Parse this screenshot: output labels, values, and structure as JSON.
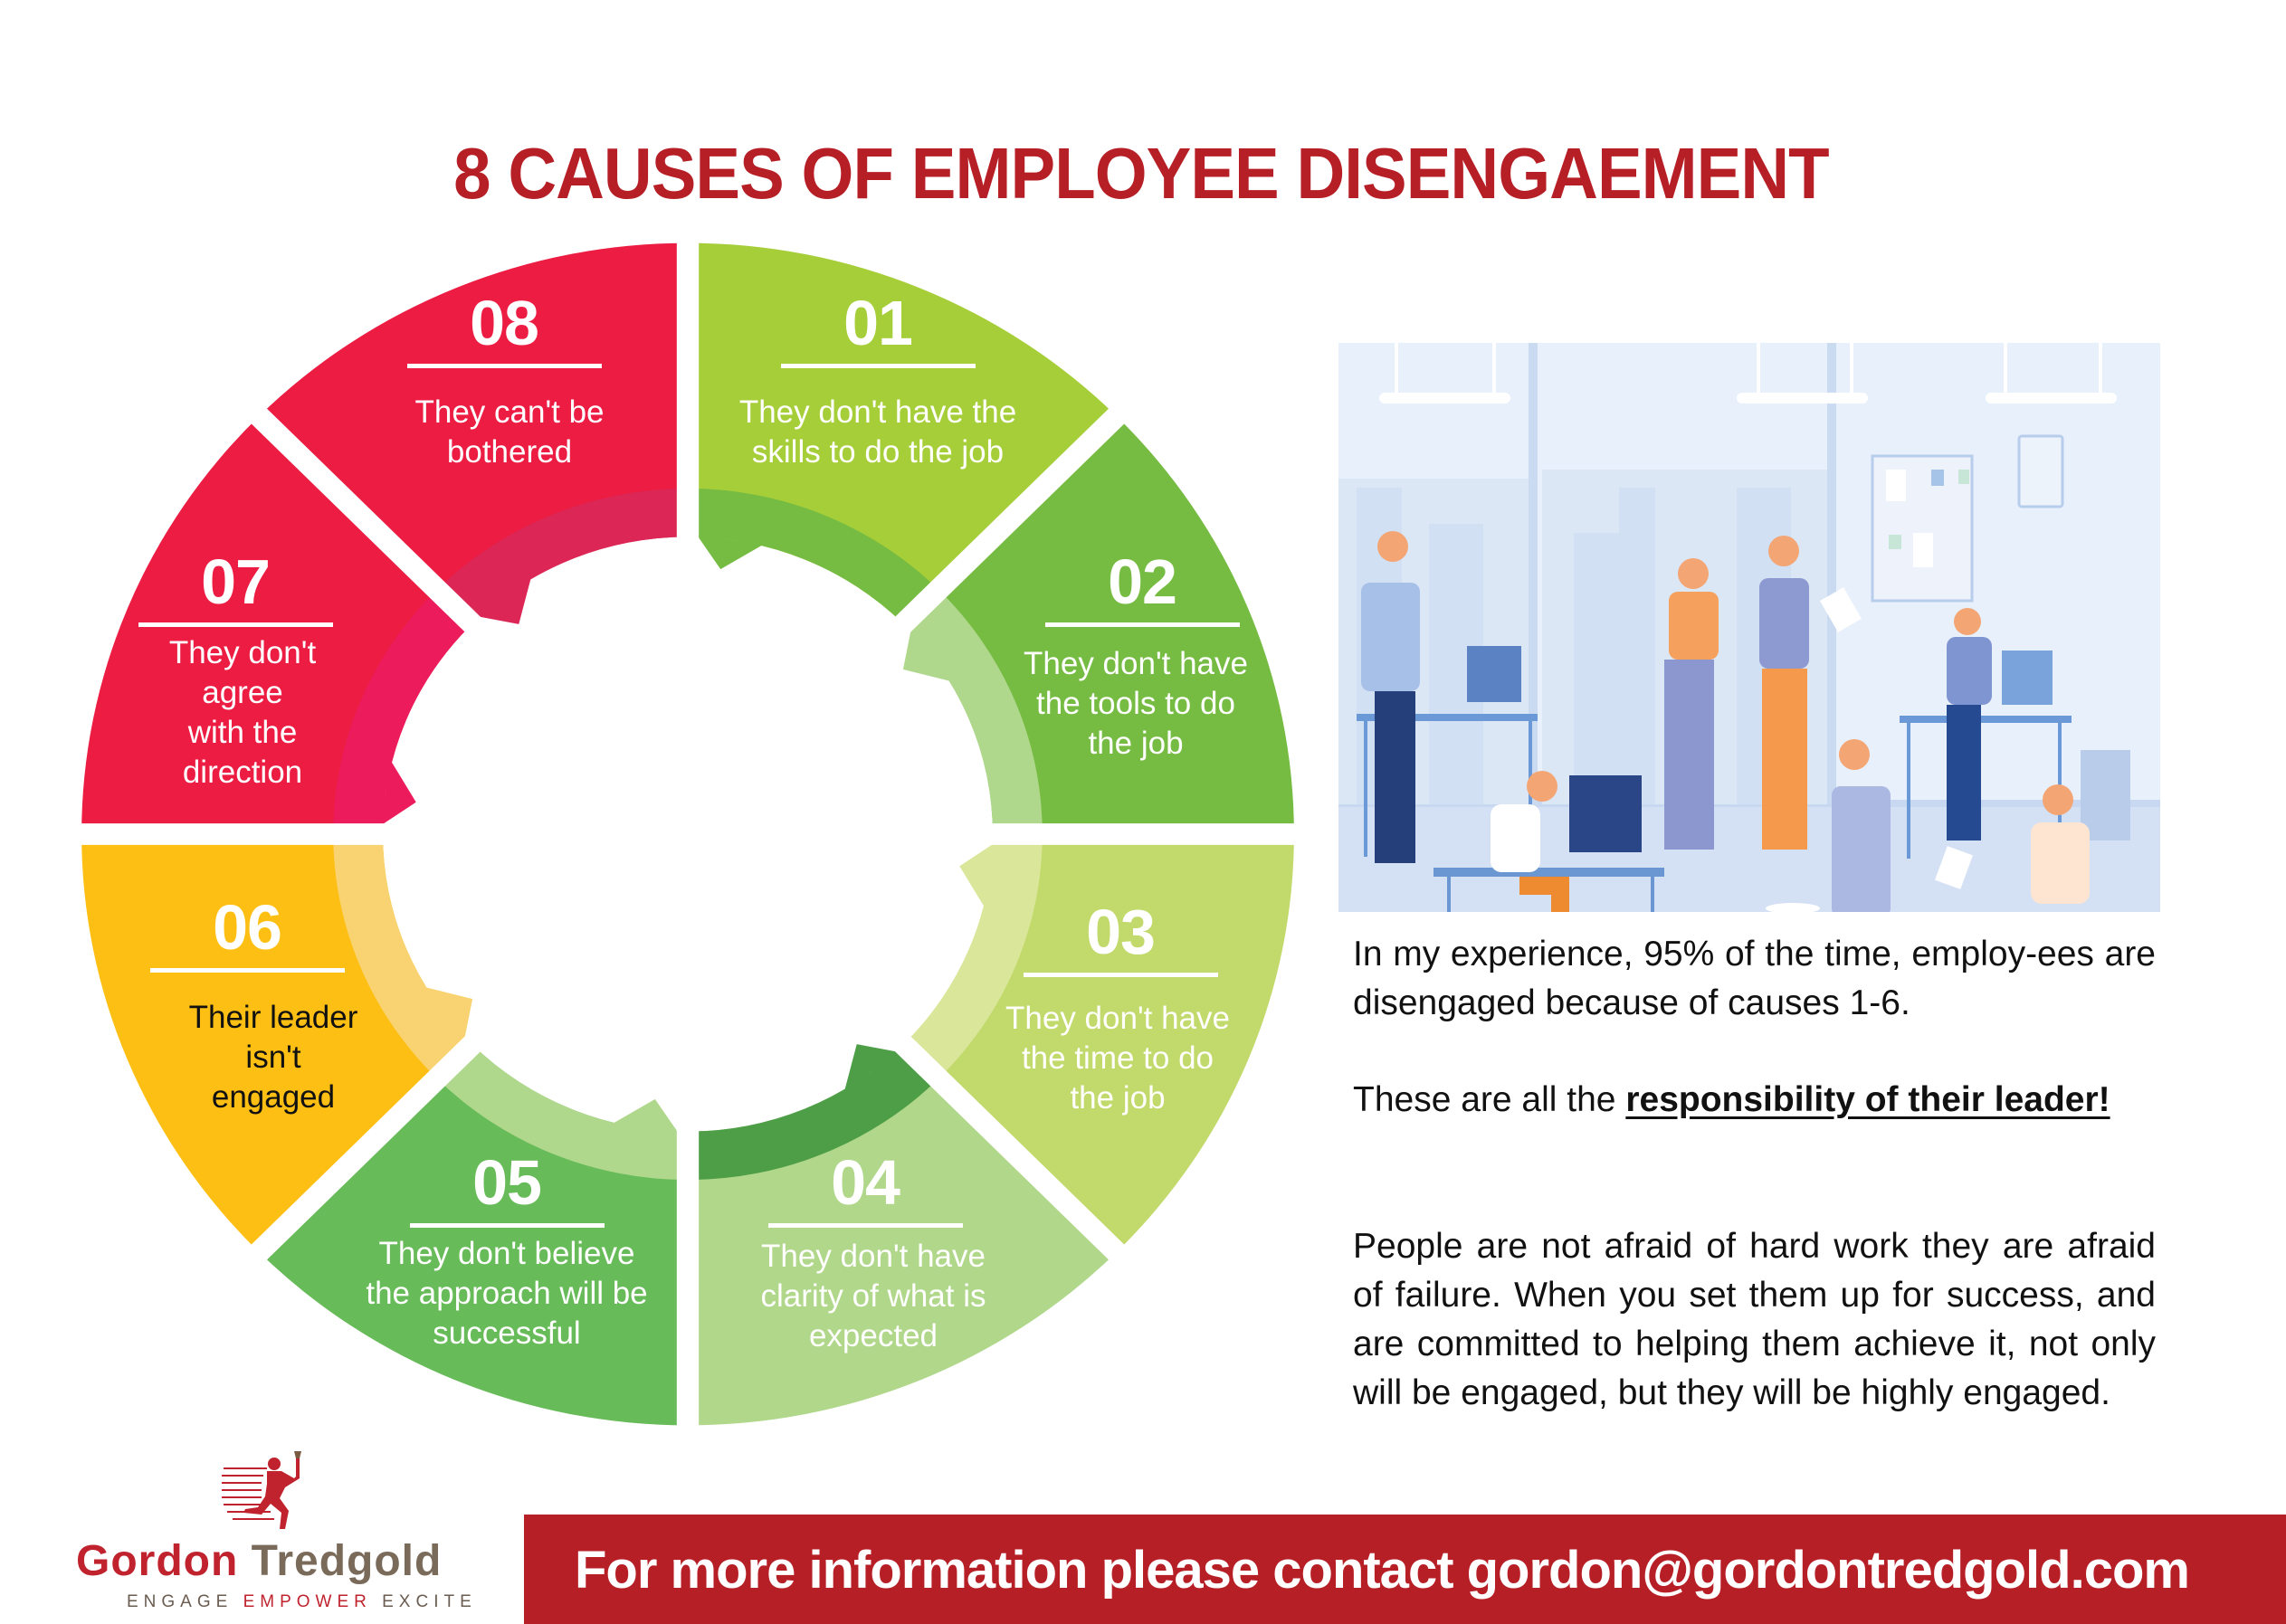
{
  "title": "8 CAUSES OF EMPLOYEE DISENGAEMENT",
  "wheel": {
    "segments": [
      {
        "number": "01",
        "lines": [
          "They don't have the",
          "skills to do the job"
        ],
        "color": "#a6ce39",
        "band_color": "#76bc43"
      },
      {
        "number": "02",
        "lines": [
          "They don't have",
          "the tools to do",
          "the job"
        ],
        "color": "#76bc43",
        "band_color": "#b0d88c"
      },
      {
        "number": "03",
        "lines": [
          "They don't have",
          "the time to do",
          "the job"
        ],
        "color": "#c2d96b",
        "band_color": "#dae79a"
      },
      {
        "number": "04",
        "lines": [
          "They don't have",
          "clarity of what is",
          "expected"
        ],
        "color": "#b0d78a",
        "band_color": "#4d9e47"
      },
      {
        "number": "05",
        "lines": [
          "They don't believe",
          "the approach will be",
          "successful"
        ],
        "color": "#68bb59",
        "band_color": "#b0d88c"
      },
      {
        "number": "06",
        "lines": [
          "Their leader",
          "isn't",
          "engaged"
        ],
        "color": "#fdbf14",
        "band_color": "#f9d371"
      },
      {
        "number": "07",
        "lines": [
          "They don't",
          "agree",
          "with the",
          "direction"
        ],
        "color": "#ec1c43",
        "band_color": "#ec1b5b"
      },
      {
        "number": "08",
        "lines": [
          "They can't be",
          "bothered"
        ],
        "color": "#ec1c43",
        "band_color": "#db2656"
      }
    ]
  },
  "illustration": {
    "description": "Flat illustration of a chaotic office with frustrated employees, desks, monitors and flying papers"
  },
  "body": {
    "paragraph1": "In my experience, 95% of the time, employ-ees are disengaged because of causes 1-6.",
    "paragraph2_prefix": "These are all the ",
    "paragraph2_emphasis": "responsibility of their leader!",
    "paragraph3": "People are not afraid of hard work they are afraid of failure. When you set them up for success, and are committed to helping them achieve it, not only will be engaged, but they will be highly engaged."
  },
  "logo": {
    "first_name": "Gordon",
    "last_name": "Tredgold",
    "tagline_1": "ENGAGE ",
    "tagline_2": "EMPOWER",
    "tagline_3": " EXCITE"
  },
  "footer": {
    "text": "For more information please contact gordon@gordontredgold.com"
  },
  "colors": {
    "brand_red": "#b71f26",
    "text": "#111111"
  }
}
